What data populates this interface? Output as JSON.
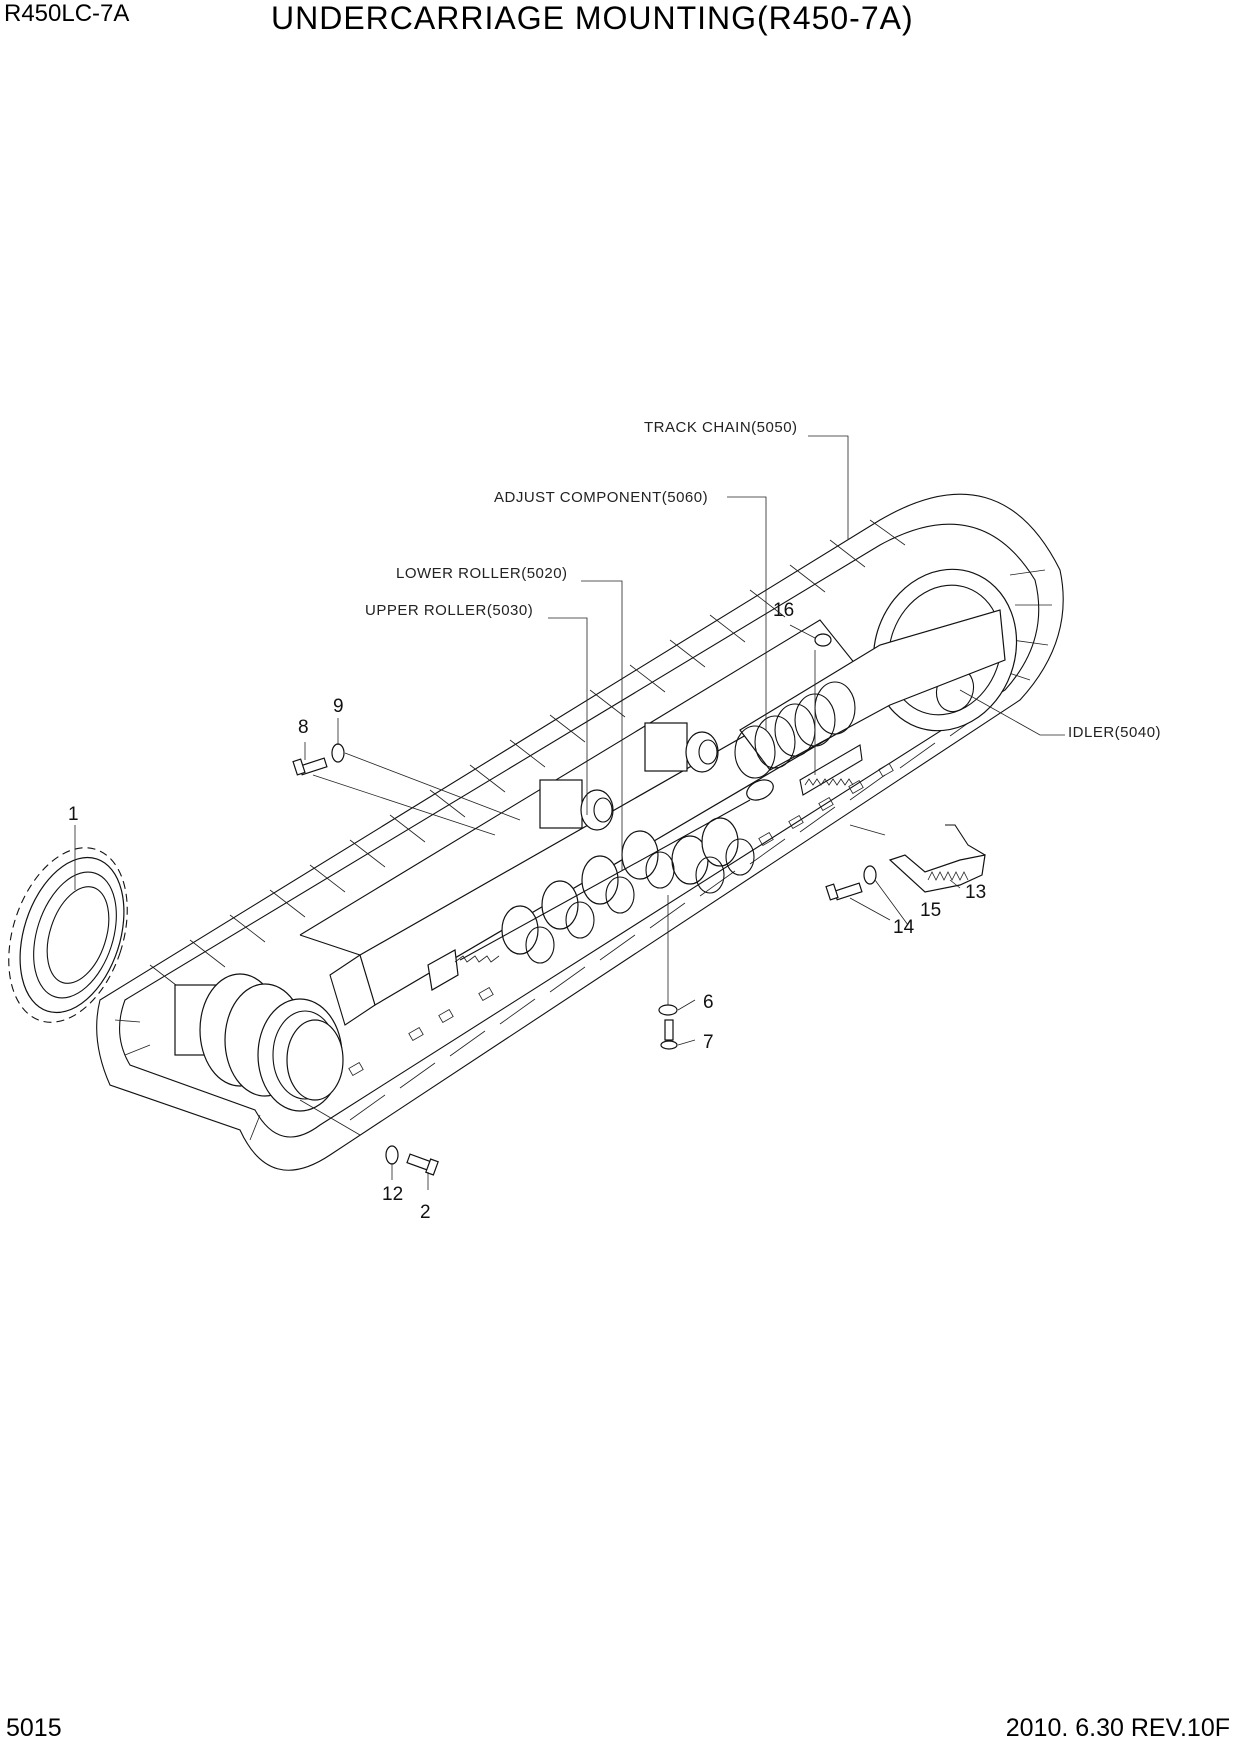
{
  "header": {
    "model": "R450LC-7A",
    "title": "UNDERCARRIAGE MOUNTING(R450-7A)"
  },
  "footer": {
    "page_number": "5015",
    "revision": "2010. 6.30  REV.10F"
  },
  "callouts": {
    "track_chain": "TRACK CHAIN(5050)",
    "adjust_component": "ADJUST COMPONENT(5060)",
    "lower_roller": "LOWER ROLLER(5020)",
    "upper_roller": "UPPER ROLLER(5030)",
    "idler": "IDLER(5040)"
  },
  "part_numbers": {
    "p1": "1",
    "p2": "2",
    "p6": "6",
    "p7": "7",
    "p8": "8",
    "p9": "9",
    "p12": "12",
    "p13": "13",
    "p14": "14",
    "p15": "15",
    "p16": "16"
  }
}
